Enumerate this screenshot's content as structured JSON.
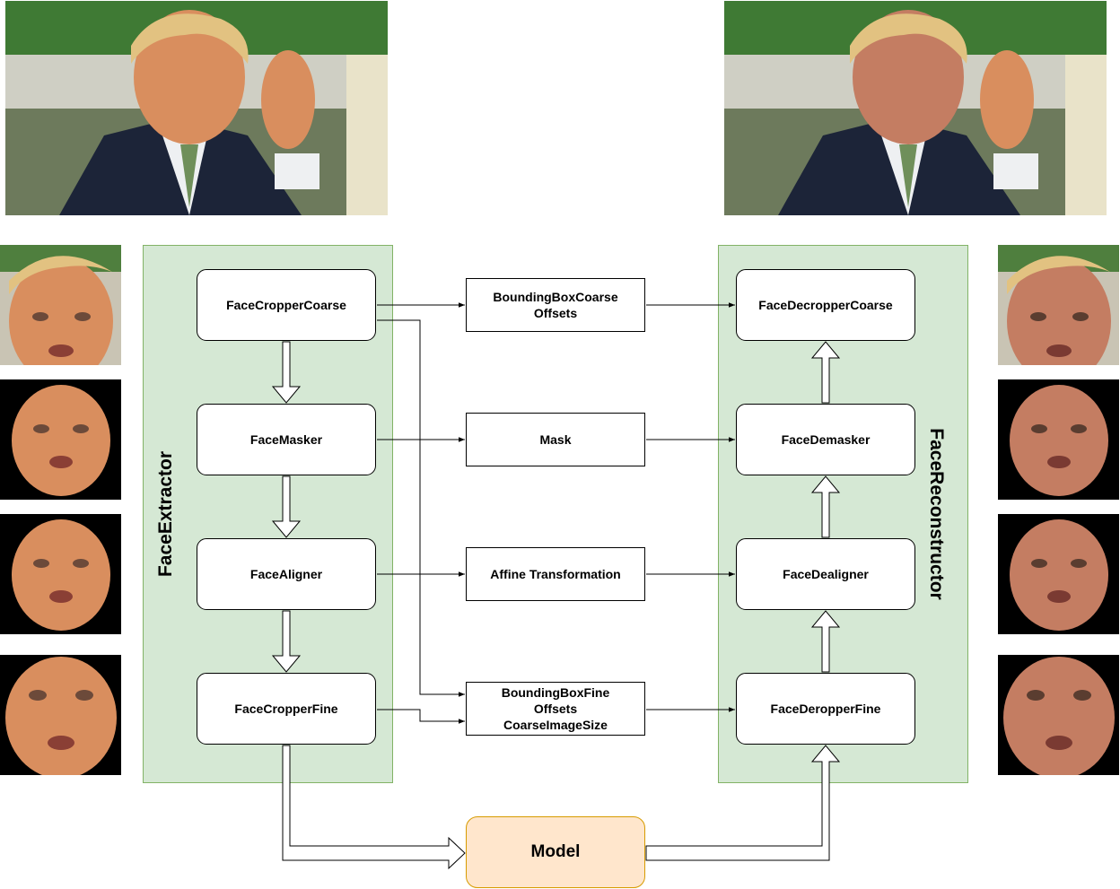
{
  "extractor": {
    "title": "FaceExtractor",
    "steps": [
      "FaceCropperCoarse",
      "FaceMasker",
      "FaceAligner",
      "FaceCropperFine"
    ]
  },
  "reconstructor": {
    "title": "FaceReconstructor",
    "steps": [
      "FaceDecropperCoarse",
      "FaceDemasker",
      "FaceDealigner",
      "FaceDeropperFine"
    ]
  },
  "intermediate": {
    "coarse_crop": "BoundingBoxCoarse\nOffsets",
    "mask": "Mask",
    "affine": "Affine Transformation",
    "fine_crop": "BoundingBoxFine\nOffsets\nCoarseImageSize"
  },
  "model": {
    "label": "Model"
  },
  "colors": {
    "group_fill": "#d5e8d4",
    "group_border": "#82b366",
    "model_fill": "#ffe6cc",
    "model_border": "#d79b00"
  }
}
